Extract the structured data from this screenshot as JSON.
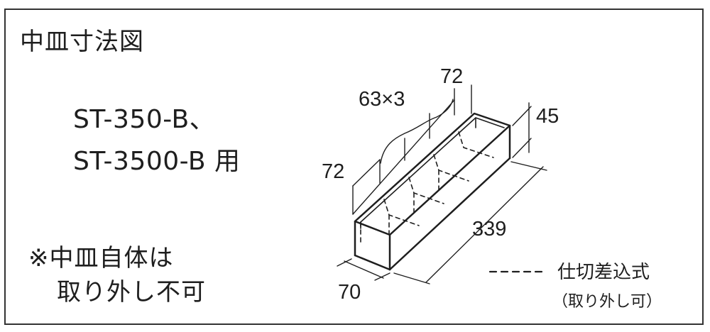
{
  "title": "中皿寸法図",
  "models": {
    "line1": "ST-350-B、",
    "line2": "ST-3500-B 用"
  },
  "note": {
    "line1": "※中皿自体は",
    "line2": "取り外し不可"
  },
  "dimensions": {
    "top_width": "72",
    "divider_pitch": "63×3",
    "inner_72": "72",
    "height": "45",
    "length": "339",
    "width": "70"
  },
  "legend": {
    "line_sample": "- - - -",
    "label": "仕切差込式",
    "sub": "（取り外し可）"
  }
}
